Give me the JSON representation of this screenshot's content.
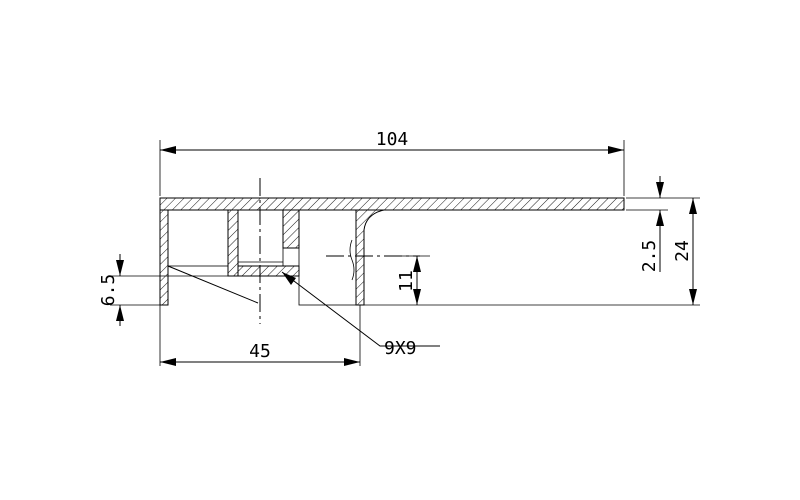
{
  "dimensions": {
    "overall_length": "104",
    "base_width": "45",
    "total_height": "24",
    "flange_thickness": "2.5",
    "groove_height": "11",
    "lip_height": "6.5",
    "slot_size": "9X9"
  }
}
